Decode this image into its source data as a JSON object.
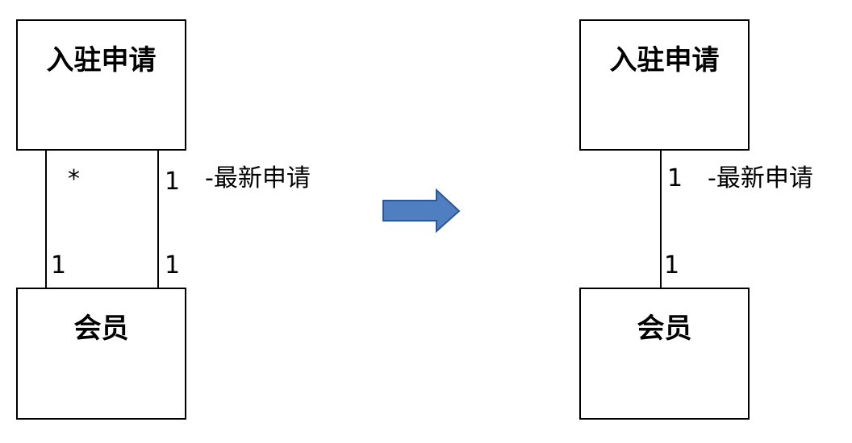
{
  "left": {
    "top_class": "入驻申请",
    "bottom_class": "会员",
    "left_line": {
      "top_mult": "*",
      "bottom_mult": "1"
    },
    "right_line": {
      "top_mult": "1",
      "bottom_mult": "1",
      "role": "-最新申请"
    }
  },
  "right": {
    "top_class": "入驻申请",
    "bottom_class": "会员",
    "line": {
      "top_mult": "1",
      "bottom_mult": "1",
      "role": "-最新申请"
    }
  },
  "colors": {
    "arrow_fill": "#4F7FC0",
    "arrow_stroke": "#2F5597"
  }
}
